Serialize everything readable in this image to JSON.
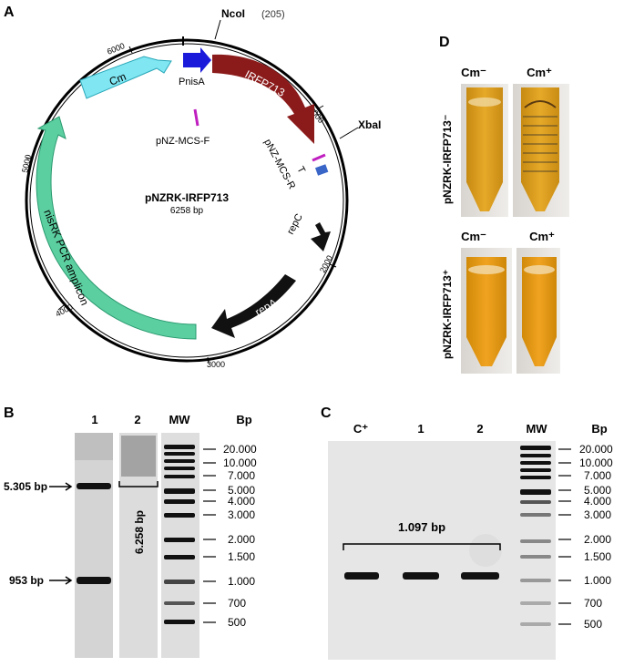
{
  "panels": {
    "A": "A",
    "B": "B",
    "C": "C",
    "D": "D"
  },
  "plasmid": {
    "name": "pNZRK-IRFP713",
    "size": "6258 bp",
    "sites": {
      "ncoi": "NcoI",
      "ncoi_pos": "(205)",
      "xbai": "XbaI"
    },
    "features": {
      "cm": "Cm",
      "pnisa": "PnisA",
      "irfp": "IRFP713",
      "pnz_mcs_f": "pNZ-MCS-F",
      "pnz_mcs_r": "pNZ-MCS-R",
      "t": "T",
      "repc": "repC",
      "repa": "repA",
      "nisrk": "nisRK PCR amplicon"
    },
    "ticks": [
      "1000",
      "2000",
      "3000",
      "4000",
      "5000",
      "6000"
    ]
  },
  "gel_b": {
    "lanes": [
      "1",
      "2",
      "MW"
    ],
    "bp_header": "Bp",
    "left_labels": [
      "5.305 bp",
      "953 bp"
    ],
    "lane2_label": "6.258 bp",
    "ladder": [
      "20.000",
      "10.000",
      "7.000",
      "5.000",
      "4.000",
      "3.000",
      "2.000",
      "1.500",
      "1.000",
      "700",
      "500"
    ]
  },
  "gel_c": {
    "lanes": [
      "C⁺",
      "1",
      "2",
      "MW"
    ],
    "bp_header": "Bp",
    "band_label": "1.097 bp",
    "ladder": [
      "20.000",
      "10.000",
      "7.000",
      "5.000",
      "4.000",
      "3.000",
      "2.000",
      "1.500",
      "1.000",
      "700",
      "500"
    ]
  },
  "tubes": {
    "cm_minus": "Cm⁻",
    "cm_plus": "Cm⁺",
    "row1_label": "pNZRK-IRFP713⁻",
    "row2_label": "pNZRK-IRFP713⁺"
  }
}
